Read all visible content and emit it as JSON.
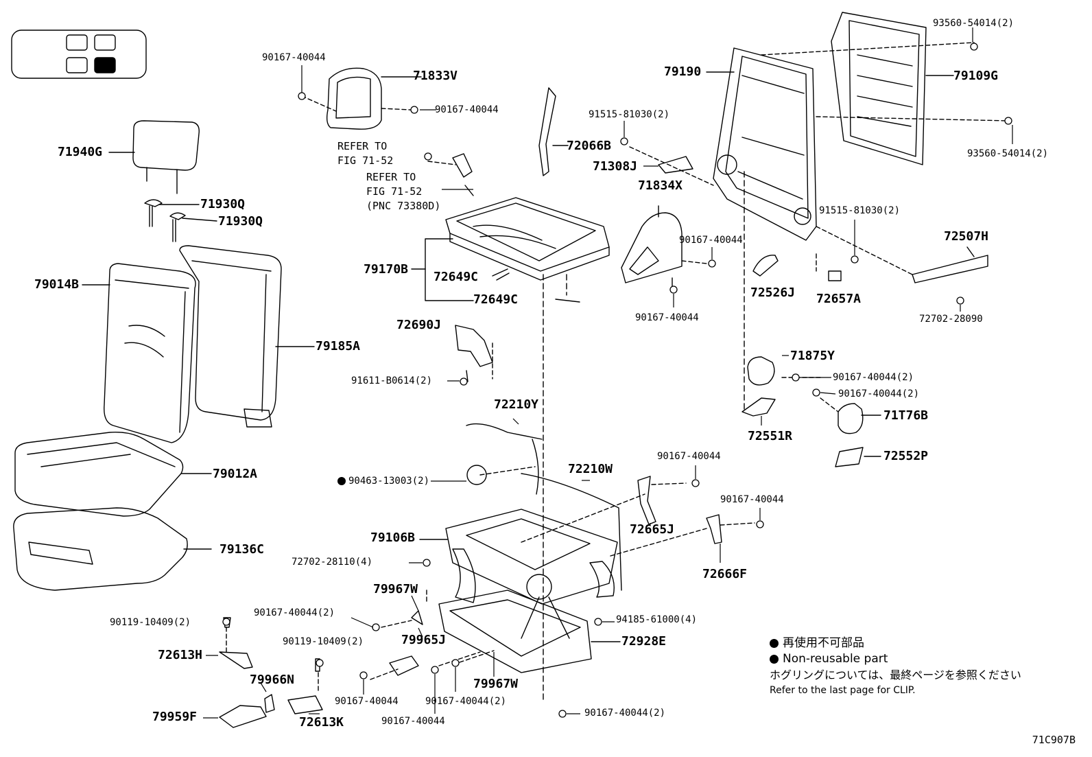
{
  "parts": [
    {
      "id": "p1",
      "text": "90167-40044"
    },
    {
      "id": "p2",
      "text": "71833V"
    },
    {
      "id": "p3",
      "text": "90167-40044"
    },
    {
      "id": "p4",
      "text": "72066B"
    },
    {
      "id": "p5",
      "text": "71940G"
    },
    {
      "id": "p6",
      "text": "71930Q"
    },
    {
      "id": "p7",
      "text": "71930Q"
    },
    {
      "id": "p8",
      "text": "79014B"
    },
    {
      "id": "p9",
      "text": "79185A"
    },
    {
      "id": "p10",
      "text": "79012A"
    },
    {
      "id": "p11",
      "text": "79136C"
    },
    {
      "id": "p12",
      "text": "79170B"
    },
    {
      "id": "p13",
      "text": "72649C"
    },
    {
      "id": "p14",
      "text": "72649C"
    },
    {
      "id": "p15",
      "text": "72690J"
    },
    {
      "id": "p16",
      "text": "91611-B0614(2)"
    },
    {
      "id": "p17",
      "text": "72210Y"
    },
    {
      "id": "p18",
      "text": "90463-13003(2)"
    },
    {
      "id": "p19",
      "text": "72210W"
    },
    {
      "id": "p20",
      "text": "79106B"
    },
    {
      "id": "p21",
      "text": "72702-28110(4)"
    },
    {
      "id": "p22",
      "text": "79967W"
    },
    {
      "id": "p23",
      "text": "90167-40044(2)"
    },
    {
      "id": "p24",
      "text": "79965J"
    },
    {
      "id": "p25",
      "text": "90119-10409(2)"
    },
    {
      "id": "p26",
      "text": "72613H"
    },
    {
      "id": "p27",
      "text": "79966N"
    },
    {
      "id": "p28",
      "text": "90119-10409(2)"
    },
    {
      "id": "p29",
      "text": "79959F"
    },
    {
      "id": "p30",
      "text": "72613K"
    },
    {
      "id": "p31",
      "text": "90167-40044"
    },
    {
      "id": "p32",
      "text": "90167-40044(2)"
    },
    {
      "id": "p33",
      "text": "79967W"
    },
    {
      "id": "p34",
      "text": "90167-40044"
    },
    {
      "id": "p35",
      "text": "90167-40044(2)"
    },
    {
      "id": "p36",
      "text": "72928E"
    },
    {
      "id": "p37",
      "text": "94185-61000(4)"
    },
    {
      "id": "p38",
      "text": "72665J"
    },
    {
      "id": "p39",
      "text": "90167-40044"
    },
    {
      "id": "p40",
      "text": "72666F"
    },
    {
      "id": "p41",
      "text": "90167-40044"
    },
    {
      "id": "p42",
      "text": "71308J"
    },
    {
      "id": "p43",
      "text": "91515-81030(2)"
    },
    {
      "id": "p44",
      "text": "71834X"
    },
    {
      "id": "p45",
      "text": "90167-40044"
    },
    {
      "id": "p46",
      "text": "90167-40044"
    },
    {
      "id": "p47",
      "text": "79190"
    },
    {
      "id": "p48",
      "text": "93560-54014(2)"
    },
    {
      "id": "p49",
      "text": "79109G"
    },
    {
      "id": "p50",
      "text": "93560-54014(2)"
    },
    {
      "id": "p51",
      "text": "91515-81030(2)"
    },
    {
      "id": "p52",
      "text": "72507H"
    },
    {
      "id": "p53",
      "text": "72526J"
    },
    {
      "id": "p54",
      "text": "72657A"
    },
    {
      "id": "p55",
      "text": "72702-28090"
    },
    {
      "id": "p56",
      "text": "71875Y"
    },
    {
      "id": "p57",
      "text": "90167-40044(2)"
    },
    {
      "id": "p58",
      "text": "90167-40044(2)"
    },
    {
      "id": "p59",
      "text": "71T76B"
    },
    {
      "id": "p60",
      "text": "72551R"
    },
    {
      "id": "p61",
      "text": "72552P"
    }
  ],
  "refs": [
    {
      "id": "r1",
      "lines": [
        "REFER TO",
        "FIG 71-52"
      ]
    },
    {
      "id": "r2",
      "lines": [
        "REFER TO",
        "FIG 71-52",
        "(PNC 73380D)"
      ]
    }
  ],
  "legend": {
    "non_reusable_jp": "再使用不可部品",
    "non_reusable_en": "Non-reusable part",
    "clip_note_jp": "ホグリングについては、最終ページを参照ください",
    "clip_note_en": "Refer to the last page for CLIP."
  },
  "doc_id": "71C907B",
  "icon": "seat-position-grid-icon"
}
